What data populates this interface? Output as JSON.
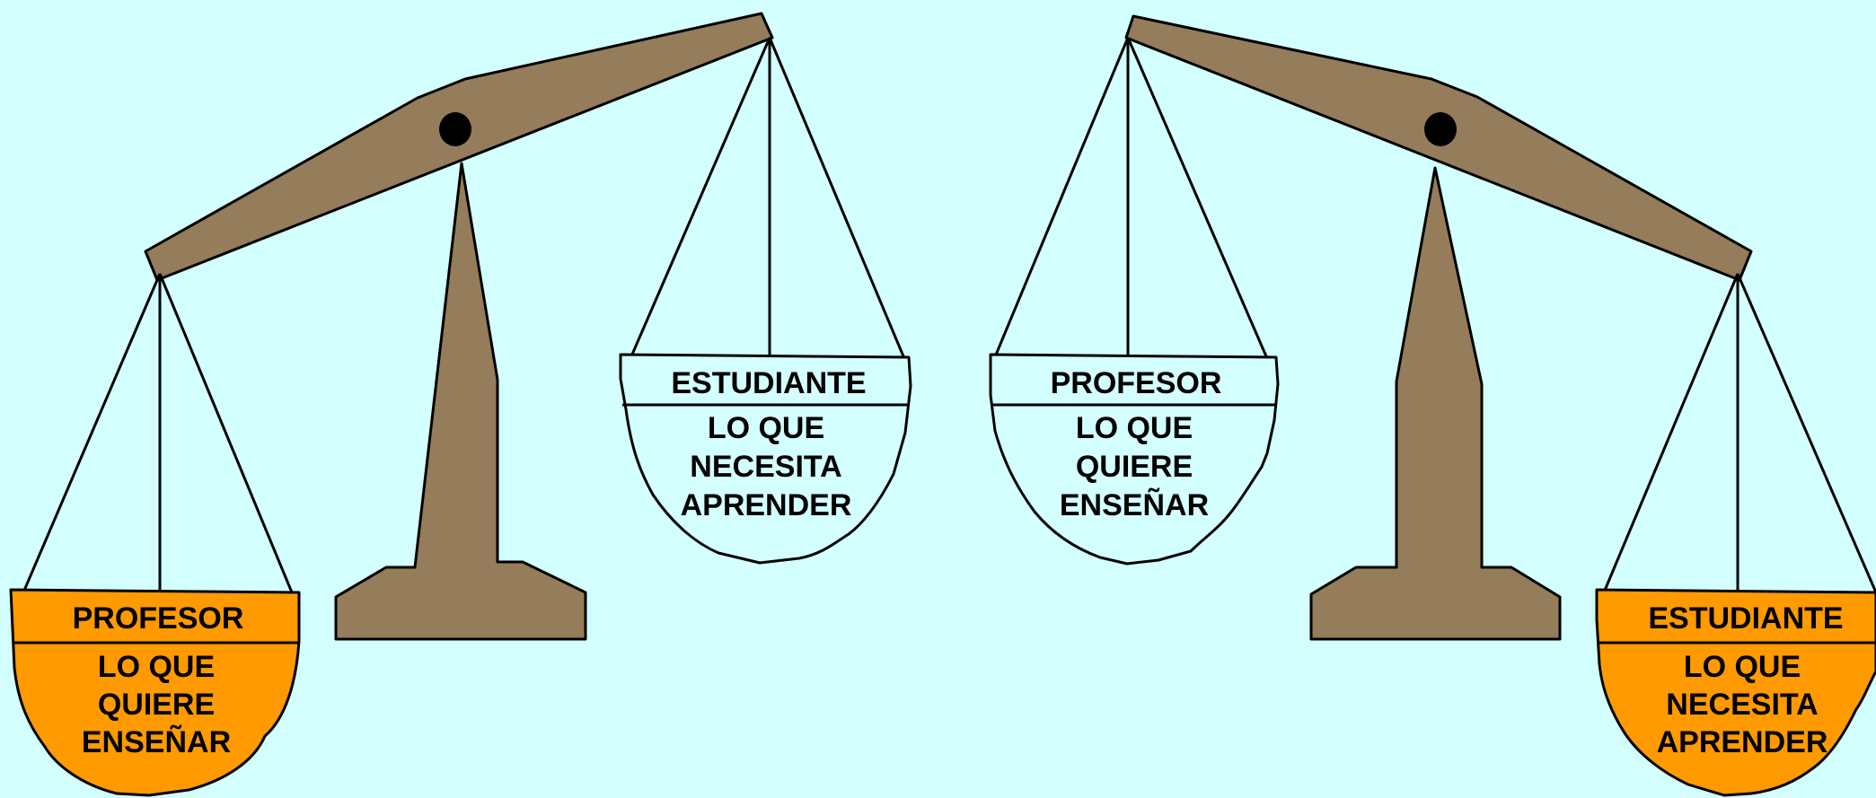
{
  "colors": {
    "background": "#d4ffff",
    "wood": "#957c5a",
    "pan_highlight": "#ff9a00",
    "pan_plain": "#d4ffff",
    "stroke": "#000000"
  },
  "scales": [
    {
      "name": "left-scale",
      "heavy_pan": {
        "title": "PROFESOR",
        "lines": [
          "LO QUE",
          "QUIERE",
          "ENSEÑAR"
        ]
      },
      "light_pan": {
        "title": "ESTUDIANTE",
        "lines": [
          "LO QUE",
          "NECESITA",
          "APRENDER"
        ]
      }
    },
    {
      "name": "right-scale",
      "light_pan": {
        "title": "PROFESOR",
        "lines": [
          "LO QUE",
          "QUIERE",
          "ENSEÑAR"
        ]
      },
      "heavy_pan": {
        "title": "ESTUDIANTE",
        "lines": [
          "LO QUE",
          "NECESITA",
          "APRENDER"
        ]
      }
    }
  ]
}
